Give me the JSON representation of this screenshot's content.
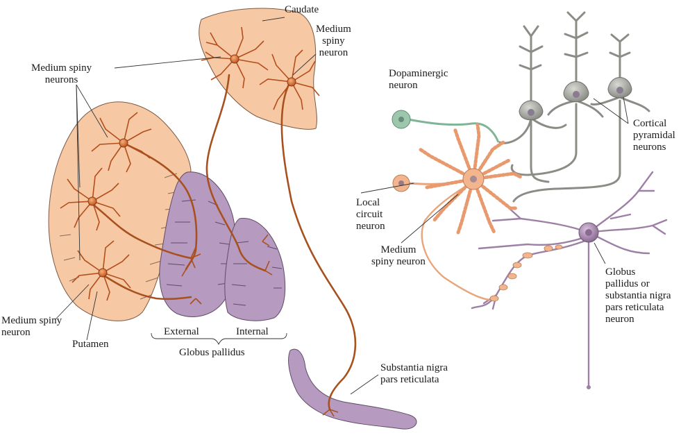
{
  "labels": {
    "caudate": "Caudate",
    "medium_spiny_top": "Medium\nspiny\nneuron",
    "medium_spiny_neurons": "Medium spiny\nneurons",
    "medium_spiny_bottom": "Medium spiny\nneuron",
    "putamen": "Putamen",
    "external": "External",
    "internal": "Internal",
    "globus_pallidus": "Globus pallidus",
    "substantia_nigra": "Substantia nigra\npars reticulata",
    "dopaminergic": "Dopaminergic\nneuron",
    "cortical": "Cortical\npyramidal\nneurons",
    "local_circuit": "Local\ncircuit\nneuron",
    "medium_spiny_right": "Medium\nspiny neuron",
    "gp_snr_neuron": "Globus\npallidus or\nsubstantia nigra\npars reticulata\nneuron"
  },
  "colors": {
    "striatum_fill": "#f6c8a4",
    "pallidum_fill": "#b79ac0",
    "neuron_orange": "#c0551f",
    "axon_brown": "#a8501e",
    "pyramidal_gray": "#a9a9a4",
    "dopaminergic_green": "#9cc7ad",
    "gp_neuron_purple": "#9e7fa6",
    "local_circuit_peach": "#f2b58e"
  }
}
